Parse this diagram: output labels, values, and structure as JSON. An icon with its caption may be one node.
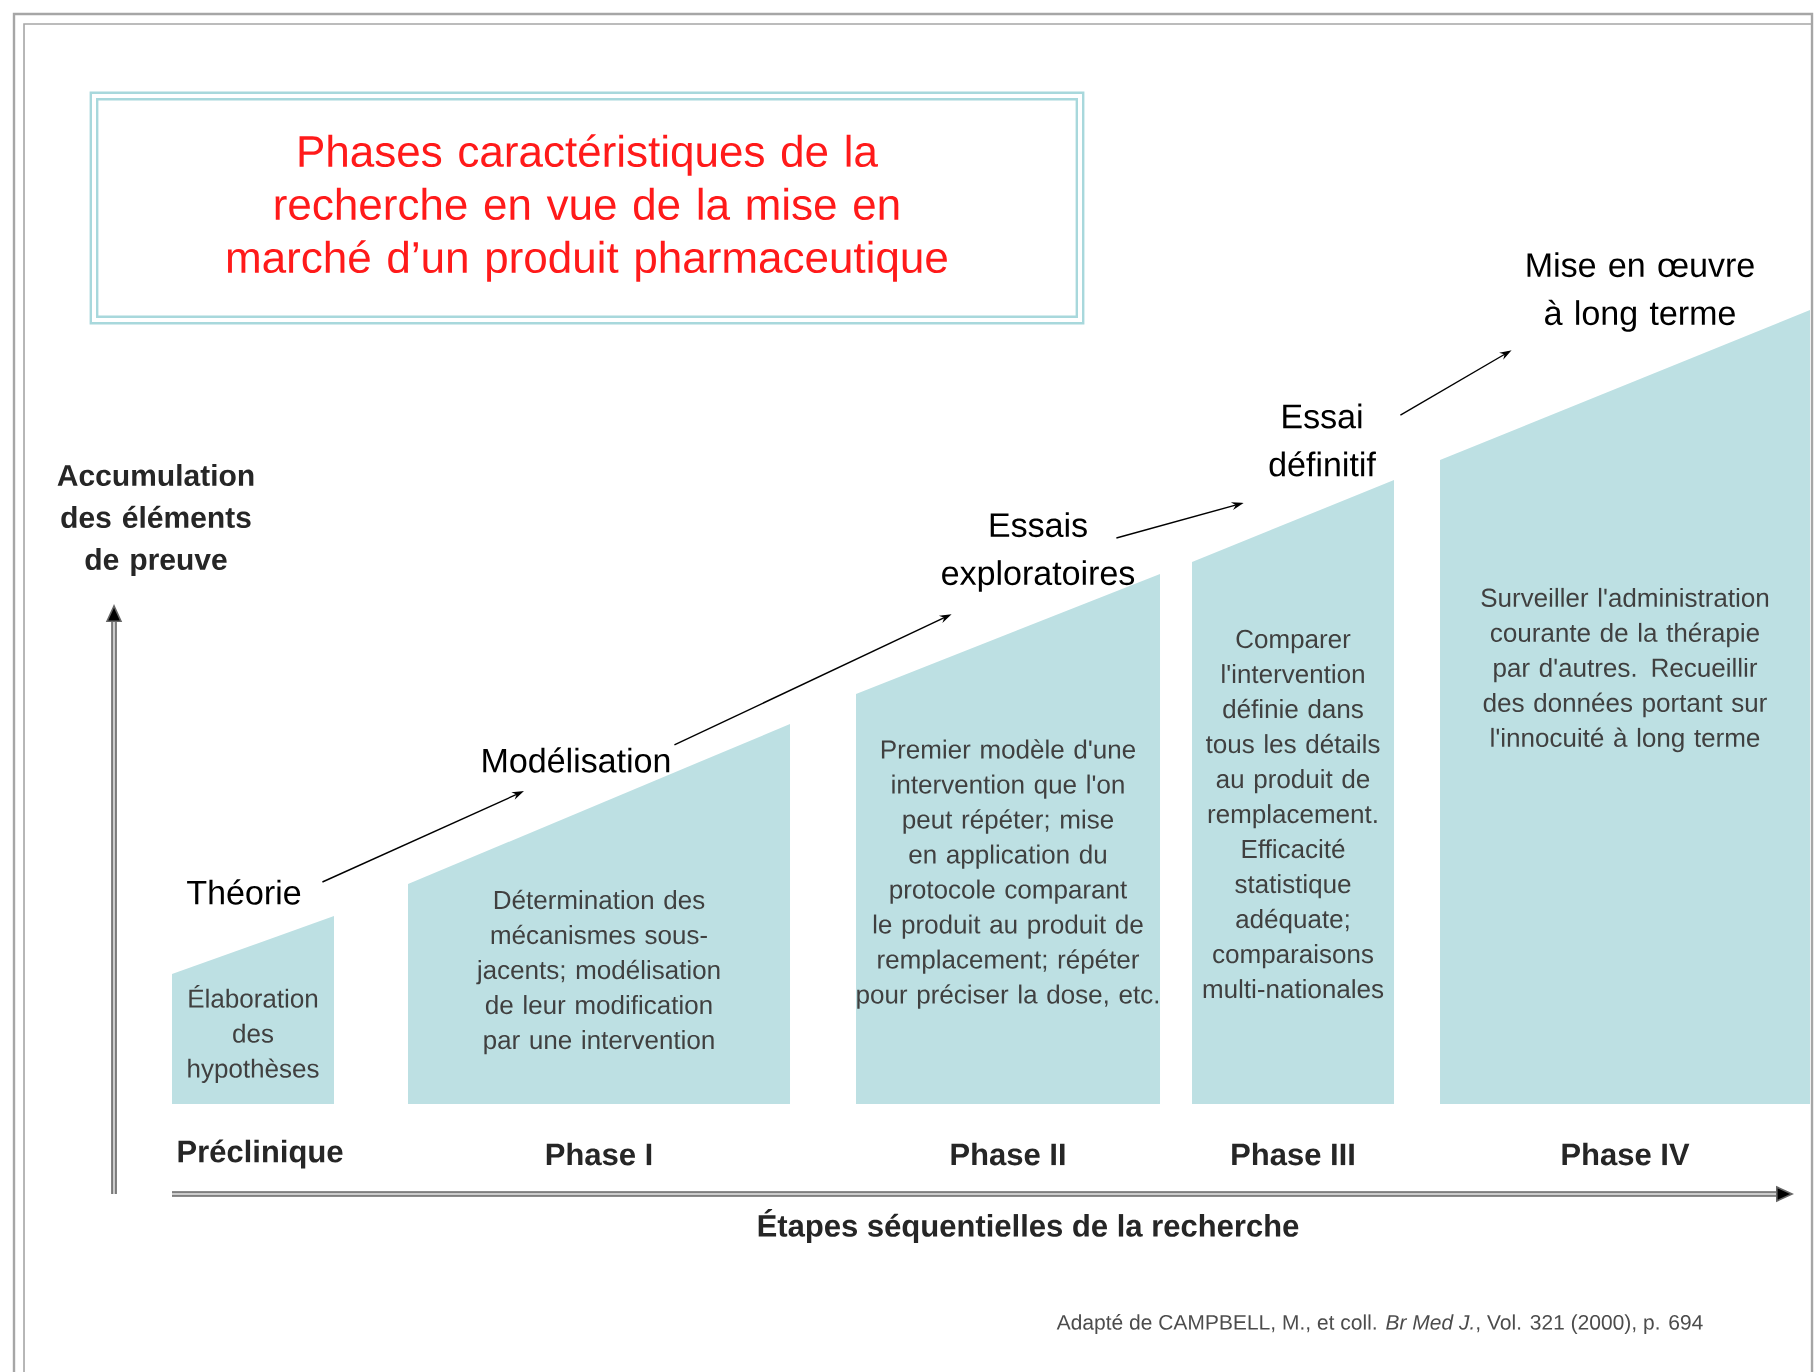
{
  "diagram": {
    "title": "Phases caractéristiques de la recherche en vue de la mise en marché d’un produit pharmaceutique",
    "caption": "Adapté de CAMPBELL, M., et coll. *Br Med J.*, Vol. 321 (2000), p. 694",
    "nodes": [
      {
        "text": [
          "Théorie"
        ]
      },
      {
        "text": [
          "Modélisation"
        ]
      },
      {
        "text": [
          "Essais exploratoires"
        ]
      },
      {
        "text": [
          "Essai définitif"
        ]
      },
      {
        "text": [
          "Mise en œuvre à long terme"
        ]
      },
      {
        "text": [
          "Élaboration des hypothèses"
        ],
        "beside": [
          "Préclinique"
        ]
      },
      {
        "text": [
          "Détermination des mécanismes sous-jacents; modélisation de leur modification par une intervention"
        ],
        "beside": [
          "Phase I"
        ]
      },
      {
        "text": [
          "Premier modèle d'une intervention que l'on peut répéter; mise en application du protocole comparant le produit au produit de remplacement; répéter pour préciser la dose, etc."
        ],
        "beside": [
          "Phase II"
        ]
      },
      {
        "text": [
          "Comparer l'intervention définie dans tous les détails au produit de remplacement. Efficacité statistique adéquate; comparaisons multi-nationales"
        ],
        "beside": [
          "Phase III"
        ]
      },
      {
        "text": [
          "Surveiller l'administration courante de la thérapie par d'autres. Recueillir des données portant sur l'innocuité à long terme"
        ],
        "beside": [
          "Phase IV"
        ]
      }
    ],
    "edges": [
      {
        "from": 0,
        "to": 1,
        "arrow": "to"
      },
      {
        "from": 1,
        "to": 2,
        "arrow": "to"
      },
      {
        "from": 2,
        "to": 3,
        "arrow": "to"
      },
      {
        "from": 3,
        "to": 4,
        "arrow": "to"
      }
    ],
    "labels": [
      "Accumulation des éléments de preuve",
      "Étapes séquentielles de la recherche"
    ]
  }
}
